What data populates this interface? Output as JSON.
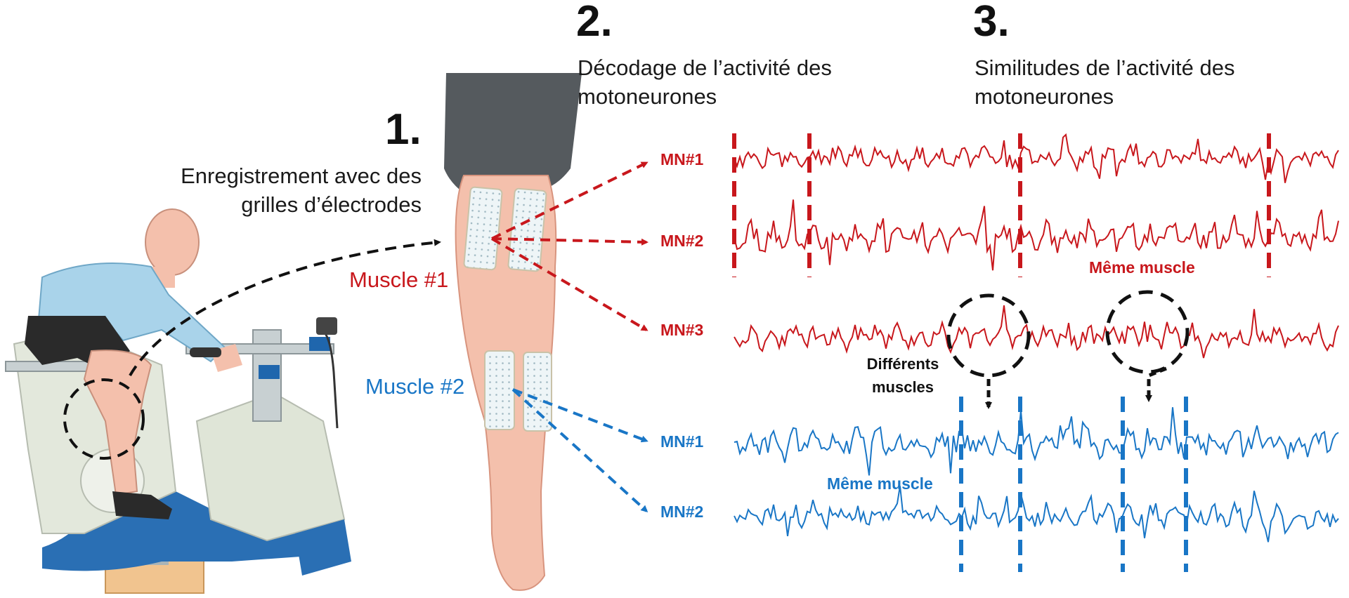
{
  "colors": {
    "red": "#c8171c",
    "blue": "#1976c6",
    "black": "#111111",
    "skin": "#f4c0ac",
    "shirt": "#a9d3ea",
    "bike": "#dde3d6"
  },
  "steps": [
    {
      "number": "1.",
      "caption_line1": "Enregistrement avec des",
      "caption_line2": "grilles d’électrodes"
    },
    {
      "number": "2.",
      "caption_line1": "Décodage de l’activité des",
      "caption_line2": "motoneurones"
    },
    {
      "number": "3.",
      "caption_line1": "Similitudes de l’activité des",
      "caption_line2": "motoneurones"
    }
  ],
  "muscles": {
    "muscle1": "Muscle #1",
    "muscle2": "Muscle #2"
  },
  "red_traces": [
    "MN#1",
    "MN#2",
    "MN#3"
  ],
  "blue_traces": [
    "MN#1",
    "MN#2"
  ],
  "annotations": {
    "same_muscle_red": "Même muscle",
    "same_muscle_blue": "Même muscle",
    "different_muscles_line1": "Différents",
    "different_muscles_line2": "muscles"
  },
  "icons": [
    "cyclist-illustration",
    "leg-illustration",
    "electrode-grid-icon",
    "exercise-bike-icon"
  ]
}
